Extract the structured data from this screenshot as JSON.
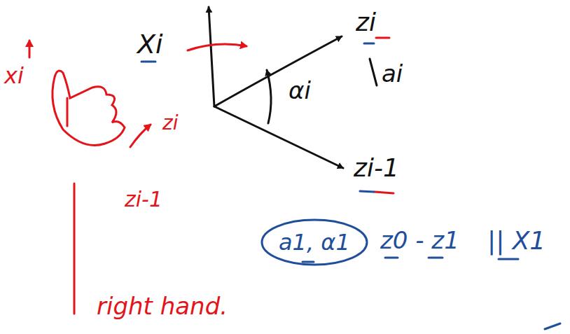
{
  "diagram": {
    "nodes": [
      {
        "text": [
          "a1, α1"
        ]
      }
    ],
    "labels": [
      "Xi",
      "zi",
      "αi",
      "ai",
      "zi-1",
      "xi",
      "zi",
      "zi-1",
      "right hand.",
      "z0 - z1",
      "|| X1"
    ]
  }
}
